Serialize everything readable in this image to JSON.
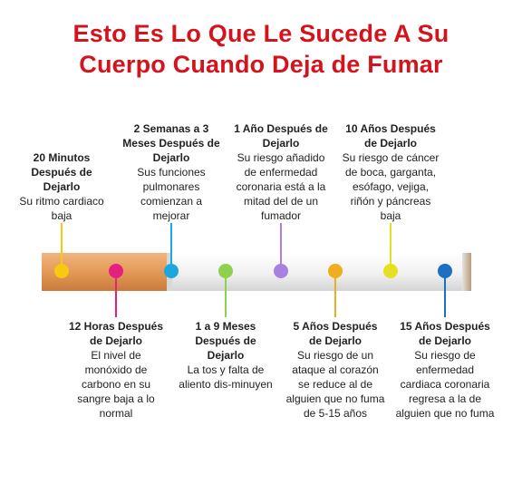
{
  "title": {
    "line1": "Esto Es Lo Que Le Sucede A Su",
    "line2": "Cuerpo Cuando Deja de Fumar"
  },
  "colors": {
    "title": "#d4141c",
    "filter": "#e4a063",
    "paper": "#f2f2f2"
  },
  "milestones": [
    {
      "heading": "20 Minutos Después de Dejarlo",
      "text": "Su ritmo cardiaco baja",
      "color": "#f7c90f",
      "pos": "above"
    },
    {
      "heading": "12 Horas Después de Dejarlo",
      "text": "El nivel de monóxido de carbono en su sangre baja a lo normal",
      "color": "#e3217e",
      "pos": "below"
    },
    {
      "heading": "2 Semanas a 3 Meses Después de Dejarlo",
      "text": "Sus funciones pulmonares comienzan a mejorar",
      "color": "#1ba8e0",
      "pos": "above"
    },
    {
      "heading": "1 a 9 Meses Después de Dejarlo",
      "text": "La tos y falta de aliento dis-minuyen",
      "color": "#8fd14f",
      "pos": "below"
    },
    {
      "heading": "1 Año Después de Dejarlo",
      "text": "Su riesgo añadido de enfermedad coronaria está a la mitad del de un fumador",
      "color": "#a97fe0",
      "pos": "above"
    },
    {
      "heading": "5 Años Después de Dejarlo",
      "text": "Su riesgo de un ataque al corazón se reduce al de alguien que no fuma de 5-15 años",
      "color": "#f0ad1e",
      "pos": "below"
    },
    {
      "heading": "10 Años Después de Dejarlo",
      "text": "Su riesgo de cáncer de boca, garganta, esófago, vejiga, riñón y páncreas baja",
      "color": "#e6e022",
      "pos": "above"
    },
    {
      "heading": "15 Años Después de Dejarlo",
      "text": "Su riesgo de enfermedad cardiaca coronaria regresa a la de alguien que no fuma",
      "color": "#1c6fc4",
      "pos": "below"
    }
  ]
}
